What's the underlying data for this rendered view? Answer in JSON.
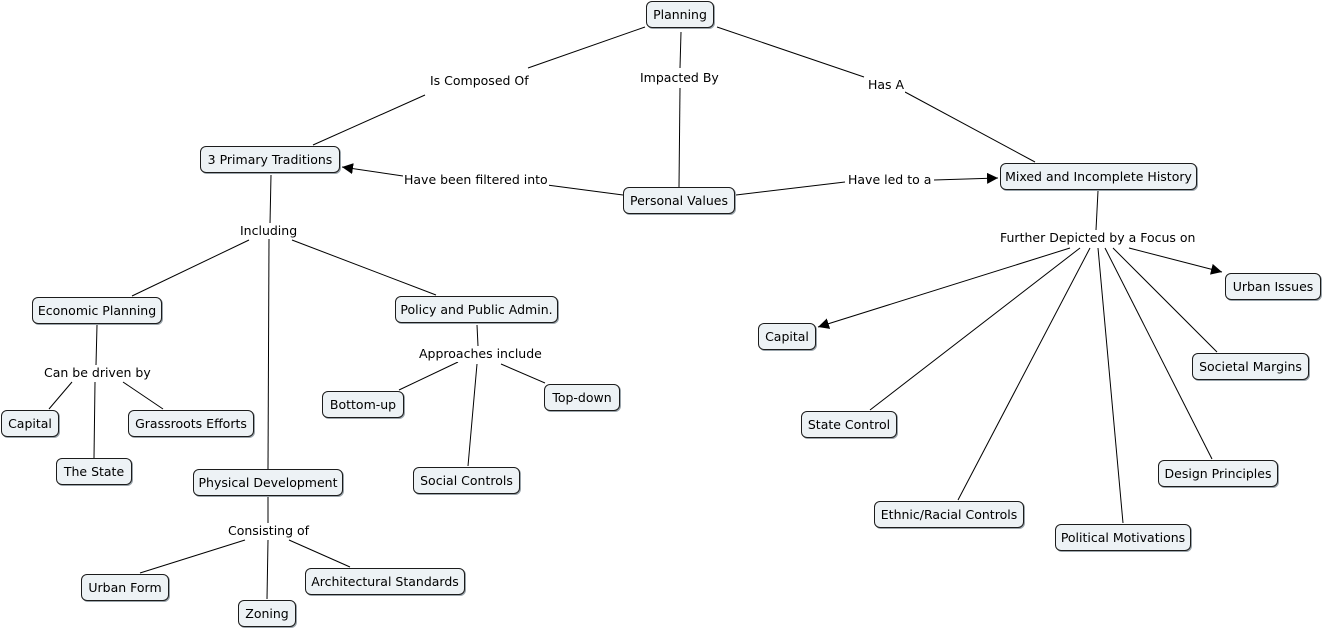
{
  "concepts": {
    "planning": "Planning",
    "traditions": "3 Primary Traditions",
    "personal_values": "Personal Values",
    "history": "Mixed and Incomplete History",
    "economic": "Economic Planning",
    "policy": "Policy and Public Admin.",
    "physical": "Physical Development",
    "econ_capital": "Capital",
    "the_state": "The State",
    "grassroots": "Grassroots Efforts",
    "bottom_up": "Bottom-up",
    "top_down": "Top-down",
    "social_controls": "Social Controls",
    "urban_form": "Urban Form",
    "zoning": "Zoning",
    "arch_standards": "Architectural Standards",
    "hist_capital": "Capital",
    "urban_issues": "Urban Issues",
    "societal_margins": "Societal Margins",
    "state_control": "State Control",
    "design_principles": "Design Principles",
    "ethnic_racial": "Ethnic/Racial Controls",
    "political_motivations": "Political Motivations"
  },
  "linking_phrases": {
    "composed_of": "Is Composed Of",
    "impacted_by": "Impacted By",
    "has_a": "Has A",
    "filtered_into": "Have been filtered into",
    "led_to": "Have led to a",
    "including": "Including",
    "driven_by": "Can be driven by",
    "approaches": "Approaches include",
    "consisting_of": "Consisting of",
    "focus_on": "Further Depicted by a Focus on"
  }
}
